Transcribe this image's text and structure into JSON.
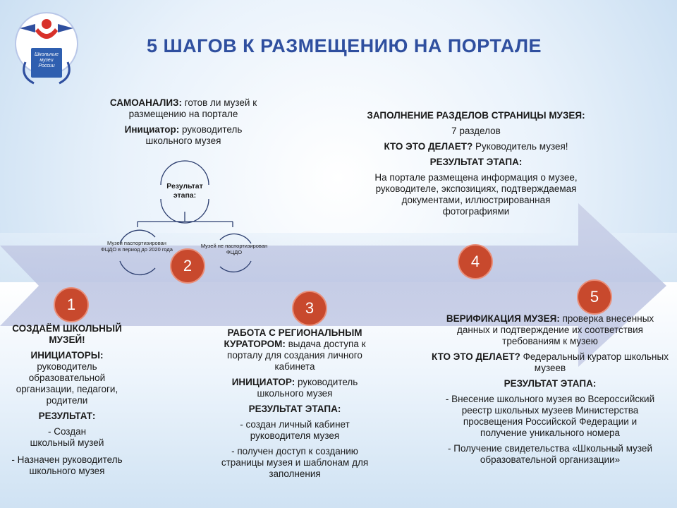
{
  "title": "5 ШАГОВ К РАЗМЕЩЕНИЮ НА ПОРТАЛЕ",
  "logo": {
    "text": "Школьные музеи России"
  },
  "steps": [
    {
      "number": "1",
      "heading": "СОЗДАЁМ ШКОЛЬНЫЙ МУЗЕЙ!",
      "initiator_label": "ИНИЦИАТОРЫ:",
      "initiator_text": "руководитель образовательной организации, педагоги, родители",
      "result_label": "РЕЗУЛЬТАТ:",
      "result_items": [
        "-   Создан школьный музей",
        "- Назначен руководитель школьного музея"
      ]
    },
    {
      "number": "2",
      "heading": "САМОАНАЛИЗ:",
      "heading_text": " готов ли музей к размещению на портале",
      "initiator_label": "Инициатор:",
      "initiator_text": " руководитель школьного музея",
      "tree_root": "Результат этапа:",
      "tree_left": "Музей паспортизирован ФЦДО в период до 2020 года",
      "tree_right": "Музей не паспортизирован ФЦДО"
    },
    {
      "number": "3",
      "heading": "РАБОТА С РЕГИОНАЛЬНЫМ КУРАТОРОМ:",
      "heading_text": " выдача доступа к порталу для создания личного кабинета",
      "initiator_label": "ИНИЦИАТОР:",
      "initiator_text": " руководитель школьного музея",
      "result_label": "РЕЗУЛЬТАТ  ЭТАПА:",
      "result_items": [
        "- создан личный кабинет руководителя музея",
        "- получен доступ к созданию страницы музея и шаблонам для заполнения"
      ]
    },
    {
      "number": "4",
      "heading": "ЗАПОЛНЕНИЕ РАЗДЕЛОВ СТРАНИЦЫ МУЗЕЯ:",
      "count_text": "7 разделов",
      "who_label": "КТО ЭТО ДЕЛАЕТ?",
      "who_text": " Руководитель музея!",
      "result_label": "РЕЗУЛЬТАТ  ЭТАПА:",
      "result_text": "На портале размещена информация о музее, руководителе, экспозициях, подтверждаемая документами, иллюстрированная фотографиями"
    },
    {
      "number": "5",
      "heading": "ВЕРИФИКАЦИЯ МУЗЕЯ:",
      "heading_text": " проверка внесенных данных и подтверждение их соответствия требованиям к музею",
      "who_label": "КТО ЭТО ДЕЛАЕТ?",
      "who_text": " Федеральный куратор школьных музеев",
      "result_label": "РЕЗУЛЬТАТ  ЭТАПА:",
      "result_items": [
        "-  Внесение школьного музея во Всероссийский реестр школьных музеев Министерства просвещения Российской Федерации и получение уникального номера",
        "- Получение свидетельства «Школьный музей образовательной организации»"
      ]
    }
  ]
}
